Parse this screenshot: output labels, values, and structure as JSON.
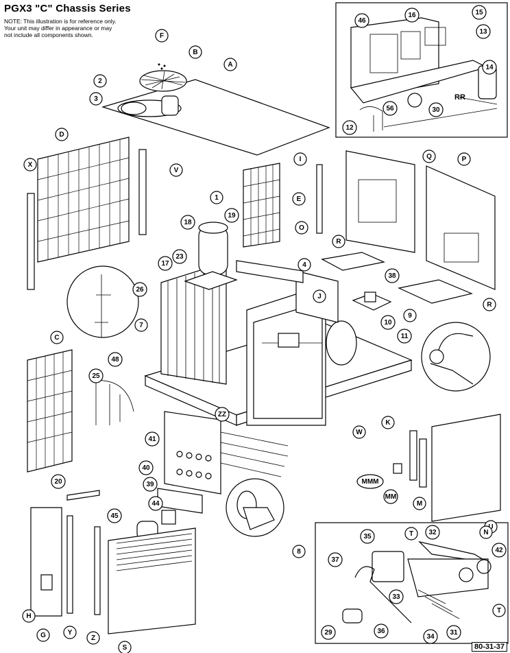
{
  "title": "PGX3 \"C\" Chassis Series",
  "note": "NOTE: This illustration is for reference only. Your unit may differ in appearance or may not include all components shown.",
  "drawing_number": "80-31-37",
  "callouts": [
    {
      "id": "A",
      "label": "A"
    },
    {
      "id": "B",
      "label": "B"
    },
    {
      "id": "F",
      "label": "F"
    },
    {
      "id": "2",
      "label": "2"
    },
    {
      "id": "3",
      "label": "3"
    },
    {
      "id": "D",
      "label": "D"
    },
    {
      "id": "X",
      "label": "X"
    },
    {
      "id": "V",
      "label": "V"
    },
    {
      "id": "1",
      "label": "1"
    },
    {
      "id": "18",
      "label": "18"
    },
    {
      "id": "19",
      "label": "19"
    },
    {
      "id": "E",
      "label": "E"
    },
    {
      "id": "I",
      "label": "I"
    },
    {
      "id": "Q",
      "label": "Q"
    },
    {
      "id": "P",
      "label": "P"
    },
    {
      "id": "O",
      "label": "O"
    },
    {
      "id": "R1",
      "label": "R"
    },
    {
      "id": "23",
      "label": "23"
    },
    {
      "id": "17",
      "label": "17"
    },
    {
      "id": "4",
      "label": "4"
    },
    {
      "id": "38",
      "label": "38"
    },
    {
      "id": "R2",
      "label": "R"
    },
    {
      "id": "26",
      "label": "26"
    },
    {
      "id": "J",
      "label": "J"
    },
    {
      "id": "9",
      "label": "9"
    },
    {
      "id": "7",
      "label": "7"
    },
    {
      "id": "10",
      "label": "10"
    },
    {
      "id": "11",
      "label": "11"
    },
    {
      "id": "C",
      "label": "C"
    },
    {
      "id": "48",
      "label": "48"
    },
    {
      "id": "25",
      "label": "25"
    },
    {
      "id": "ZZ",
      "label": "ZZ"
    },
    {
      "id": "K",
      "label": "K"
    },
    {
      "id": "W",
      "label": "W"
    },
    {
      "id": "41",
      "label": "41"
    },
    {
      "id": "MMM",
      "label": "MMM"
    },
    {
      "id": "MM",
      "label": "MM"
    },
    {
      "id": "40",
      "label": "40"
    },
    {
      "id": "20",
      "label": "20"
    },
    {
      "id": "39",
      "label": "39"
    },
    {
      "id": "M",
      "label": "M"
    },
    {
      "id": "U",
      "label": "U"
    },
    {
      "id": "44",
      "label": "44"
    },
    {
      "id": "45",
      "label": "45"
    },
    {
      "id": "8",
      "label": "8"
    },
    {
      "id": "H",
      "label": "H"
    },
    {
      "id": "G",
      "label": "G"
    },
    {
      "id": "Y",
      "label": "Y"
    },
    {
      "id": "Z",
      "label": "Z"
    },
    {
      "id": "S",
      "label": "S"
    },
    {
      "id": "46",
      "label": "46"
    },
    {
      "id": "16",
      "label": "16"
    },
    {
      "id": "15",
      "label": "15"
    },
    {
      "id": "13",
      "label": "13"
    },
    {
      "id": "14",
      "label": "14"
    },
    {
      "id": "56",
      "label": "56"
    },
    {
      "id": "30",
      "label": "30"
    },
    {
      "id": "12",
      "label": "12"
    },
    {
      "id": "35",
      "label": "35"
    },
    {
      "id": "T1",
      "label": "T"
    },
    {
      "id": "32",
      "label": "32"
    },
    {
      "id": "N",
      "label": "N"
    },
    {
      "id": "42",
      "label": "42"
    },
    {
      "id": "37",
      "label": "37"
    },
    {
      "id": "33",
      "label": "33"
    },
    {
      "id": "T2",
      "label": "T"
    },
    {
      "id": "29",
      "label": "29"
    },
    {
      "id": "36",
      "label": "36"
    },
    {
      "id": "34",
      "label": "34"
    },
    {
      "id": "31",
      "label": "31"
    }
  ],
  "text_labels": {
    "rr": "RR"
  }
}
